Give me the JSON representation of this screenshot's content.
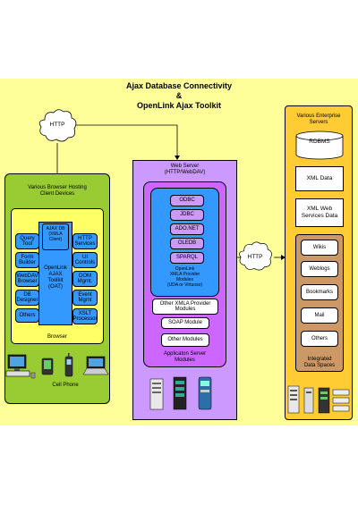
{
  "colors": {
    "page_bg": "#ffff99",
    "client_green": "#99cc33",
    "server_purple": "#cc99ff",
    "enterprise_orange": "#ffcc33",
    "inner_blue": "#3399ff",
    "module_white": "#ffffff"
  },
  "titles": {
    "line1": "Ajax Database Connectivity",
    "line2": "&",
    "line3": "OpenLink Ajax Toolkit"
  },
  "http_cloud_top": "HTTP",
  "http_cloud_mid": "HTTP",
  "client": {
    "title_line1": "Various Browser Hosting",
    "title_line2": "Client Devices",
    "browser_label": "Browser",
    "left_items": [
      "Query Tool",
      "Form Builder",
      "WebDAV Browser",
      "DB Designer",
      "Others"
    ],
    "center_top_line1": "AJAX DB",
    "center_top_line2": "(XMLA",
    "center_top_line3": "Client)",
    "center_main_line1": "OpenLink",
    "center_main_line2": "AJAX",
    "center_main_line3": "Toolkit",
    "center_main_line4": "(OAT)",
    "right_items": [
      "HTTP Services",
      "UI Controls",
      "DOM Mgmt.",
      "Event Mgmt",
      "XSLT Processor"
    ],
    "cell_phone_label": "Cell Phone"
  },
  "webserver": {
    "title_line1": "Web Server",
    "title_line2": "(HTTP/WebDAV)",
    "providers": [
      "ODBC",
      "JDBC",
      "ADO.NET",
      "OLEDB",
      "SPARQL"
    ],
    "provider_caption_line1": "OpenLink",
    "provider_caption_line2": "XMLA Provider",
    "provider_caption_line3": "Modules",
    "provider_caption_line4": "(UDA or Virtuoso)",
    "other_xmla": "Other XMLA Provider Modules",
    "soap": "SOAP Module",
    "other_modules": "Other Modules",
    "app_server_line1": "Applicaton Server",
    "app_server_line2": "Modules"
  },
  "enterprise": {
    "title_line1": "Various Enterprise",
    "title_line2": "Servers",
    "rdbms": "RDBMS",
    "xml_data": "XML Data",
    "xml_ws_line1": "XML Web",
    "xml_ws_line2": "Services Data",
    "spaces": [
      "Wikis",
      "Weblogs",
      "Bookmarks",
      "Mail",
      "Others"
    ],
    "spaces_label_line1": "Integrated",
    "spaces_label_line2": "Data Spaces"
  }
}
